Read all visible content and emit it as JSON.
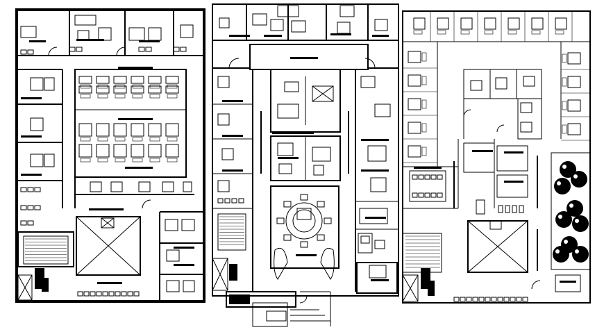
{
  "drawing": {
    "type": "architectural floor plans",
    "ink_color": "#000000",
    "paper_color": "#ffffff",
    "plans": [
      {
        "name": "left-plan"
      },
      {
        "name": "center-plan"
      },
      {
        "name": "right-plan"
      }
    ],
    "text_labels": []
  }
}
